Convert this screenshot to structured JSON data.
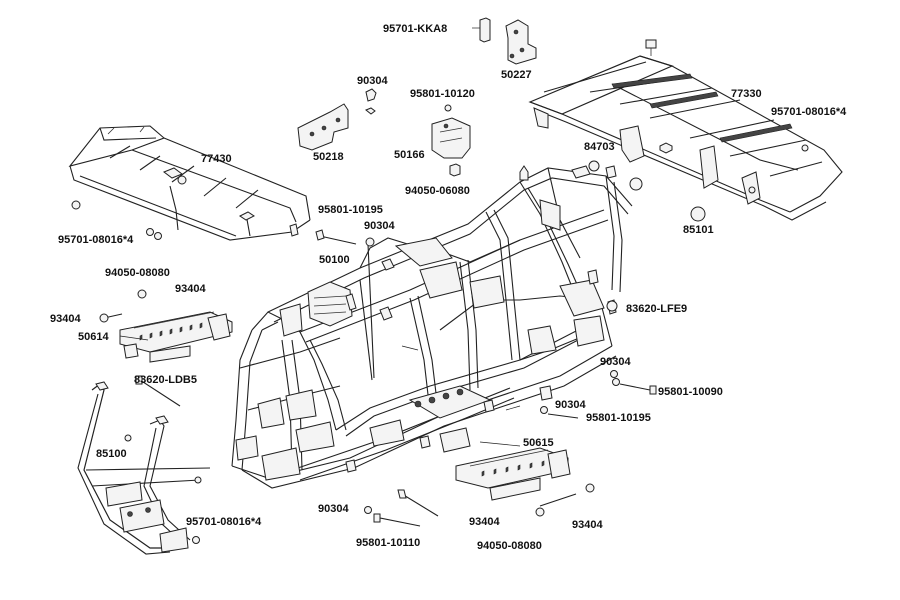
{
  "labels": {
    "l95701_kka8": "95701-KKA8",
    "l50227": "50227",
    "l90304_top": "90304",
    "l95801_10120": "95801-10120",
    "l77330": "77330",
    "l95701_08016_rr": "95701-08016*4",
    "l50218": "50218",
    "l50166": "50166",
    "l94050_06080": "94050-06080",
    "l84703": "84703",
    "l85101": "85101",
    "l77430": "77430",
    "l95801_10195_top": "95801-10195",
    "l90304_mid": "90304",
    "l95701_08016_fr": "95701-08016*4",
    "l50100": "50100",
    "l94050_08080_top": "94050-08080",
    "l93404_a": "93404",
    "l93404_b": "93404",
    "l50614": "50614",
    "l83620_lfe9": "83620-LFE9",
    "l83620_ldb5": "83620-LDB5",
    "l90304_r1": "90304",
    "l95801_10090": "95801-10090",
    "l90304_r2": "90304",
    "l95801_10195_r": "95801-10195",
    "l85100": "85100",
    "l50615": "50615",
    "l95701_08016_bot": "95701-08016*4",
    "l90304_bot": "90304",
    "l93404_c": "93404",
    "l93404_d": "93404",
    "l95801_10110": "95801-10110",
    "l94050_08080_bot": "94050-08080"
  },
  "icons": [
    "bolt-icon",
    "nut-icon",
    "bracket-icon",
    "rack-icon",
    "frame-icon",
    "bumper-icon",
    "footrest-icon"
  ]
}
